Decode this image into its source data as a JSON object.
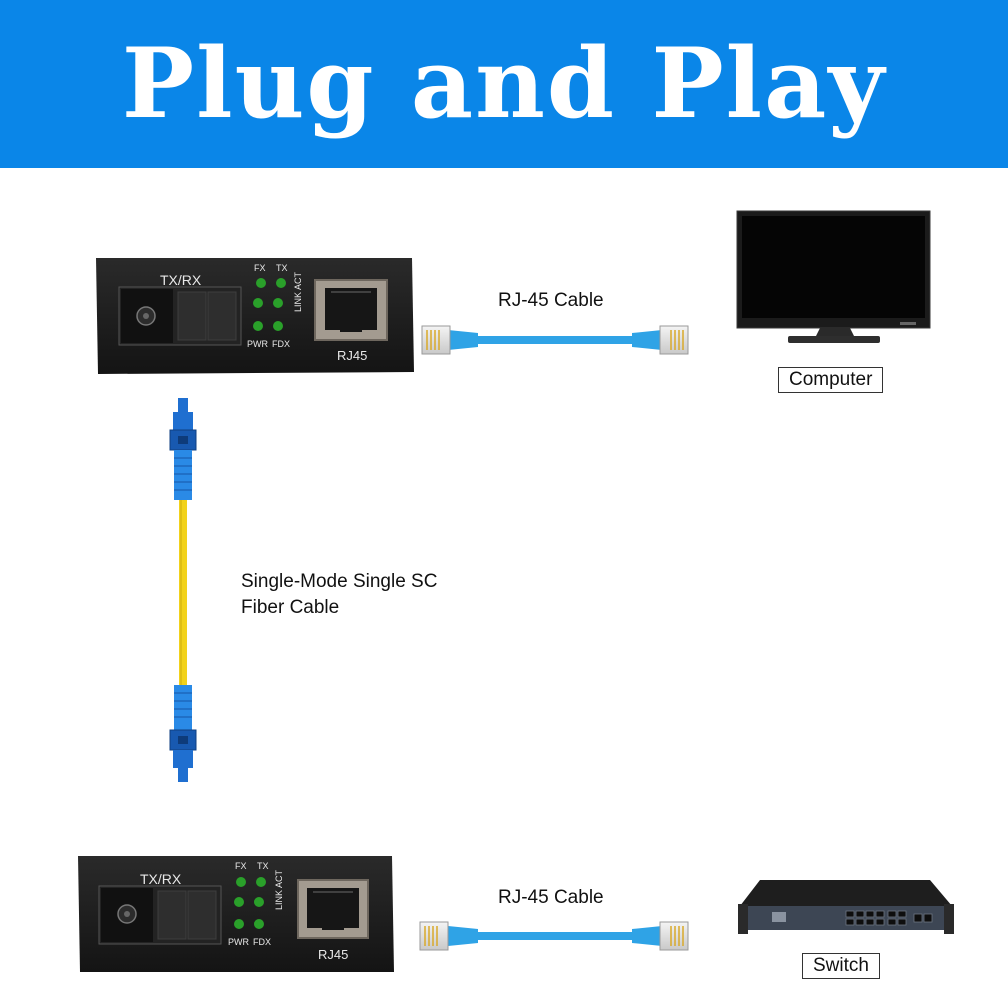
{
  "banner": {
    "title": "Plug and Play"
  },
  "converter_top": {
    "port_label": "TX/RX",
    "rj45_label": "RJ45",
    "led_fx": "FX",
    "led_tx": "TX",
    "led_link_act": "LINK ACT",
    "led_pwr": "PWR",
    "led_fdx": "FDX"
  },
  "converter_bottom": {
    "port_label": "TX/RX",
    "rj45_label": "RJ45",
    "led_fx": "FX",
    "led_tx": "TX",
    "led_link_act": "LINK ACT",
    "led_pwr": "PWR",
    "led_fdx": "FDX"
  },
  "cable_top": {
    "label": "RJ-45 Cable"
  },
  "cable_bottom": {
    "label": "RJ-45 Cable"
  },
  "fiber": {
    "label_line1": "Single-Mode Single SC",
    "label_line2": "Fiber Cable"
  },
  "computer": {
    "label": "Computer"
  },
  "switch": {
    "label": "Switch"
  },
  "colors": {
    "banner": "#0a86e8",
    "cable": "#2fa3e6",
    "fiber": "#f2d21b",
    "connector": "#1f6fd0",
    "device": "#1c1c1c",
    "led": "#2aa02a"
  }
}
